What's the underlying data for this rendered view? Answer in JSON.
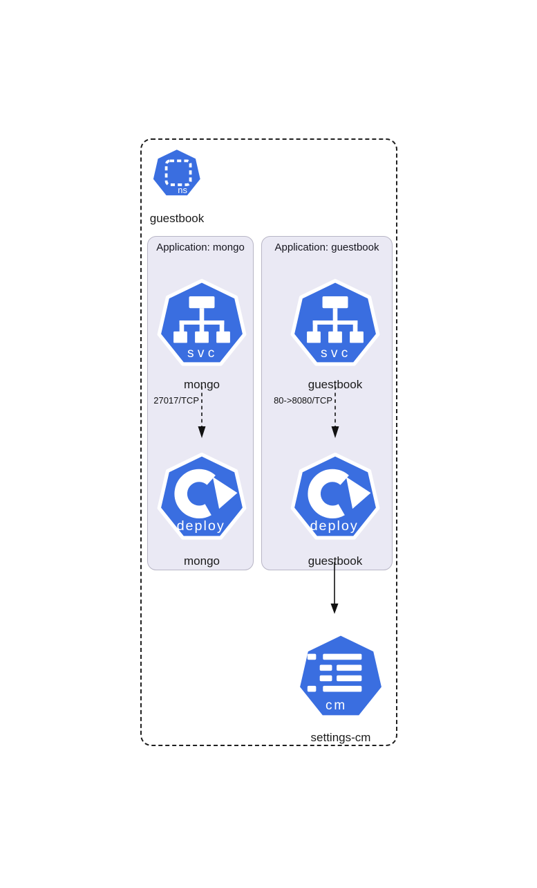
{
  "diagram": {
    "namespace": {
      "label": "guestbook",
      "icon_text": "ns"
    },
    "applications": [
      {
        "title": "Application: mongo",
        "service": {
          "label": "mongo",
          "icon_text": "svc"
        },
        "edge_label": "27017/TCP",
        "deployment": {
          "label": "mongo",
          "icon_text": "deploy"
        }
      },
      {
        "title": "Application: guestbook",
        "service": {
          "label": "guestbook",
          "icon_text": "svc"
        },
        "edge_label": "80->8080/TCP",
        "deployment": {
          "label": "guestbook",
          "icon_text": "deploy"
        }
      }
    ],
    "configmap": {
      "label": "settings-cm",
      "icon_text": "cm"
    },
    "colors": {
      "k8s_blue": "#3a6ee0",
      "app_box_bg": "#eae9f4",
      "app_box_border": "#b7b5c5",
      "text": "#1a1a1a"
    }
  }
}
